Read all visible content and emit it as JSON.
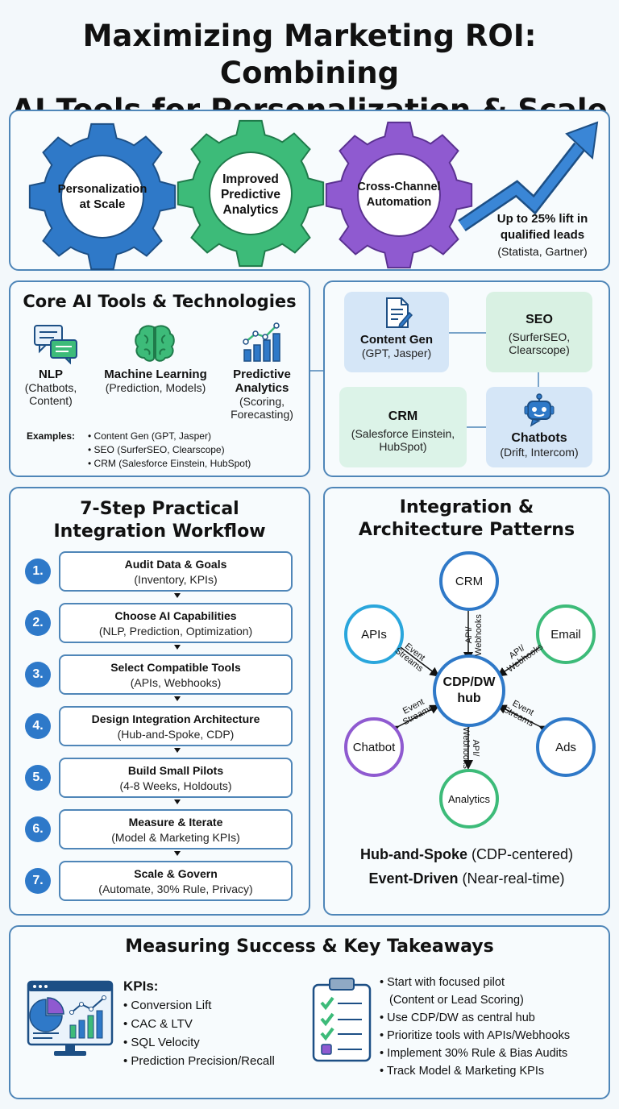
{
  "title": {
    "line1": "Maximizing Marketing ROI: Combining",
    "line2": "AI Tools for Personalization & Scale"
  },
  "hero": {
    "gears": [
      {
        "label": "Personalization at Scale",
        "color": "#2f79c8"
      },
      {
        "label": "Improved Predictive Analytics",
        "color": "#3dbb79"
      },
      {
        "label": "Cross-Channel Automation",
        "color": "#8f5ad0"
      }
    ],
    "lift_text_line1": "Up to 25% lift in",
    "lift_text_line2": "qualified leads",
    "lift_source": "(Statista, Gartner)"
  },
  "core_tools": {
    "heading": "Core AI Tools & Technologies",
    "items": [
      {
        "name": "NLP",
        "sub1": "(Chatbots,",
        "sub2": "Content)",
        "icon": "chat-bubbles-icon"
      },
      {
        "name": "Machine Learning",
        "sub1": "(Prediction, Models)",
        "sub2": "",
        "icon": "brain-icon"
      },
      {
        "name": "Predictive",
        "name2": "Analytics",
        "sub1": "(Scoring,",
        "sub2": "Forecasting)",
        "icon": "bar-chart-icon"
      }
    ],
    "examples_label": "Examples:",
    "examples": [
      "Content Gen (GPT, Jasper)",
      "SEO (SurferSEO, Clearscope)",
      "CRM (Salesforce Einstein, HubSpot)"
    ]
  },
  "tool_map": {
    "content_gen": {
      "name": "Content Gen",
      "sub": "(GPT, Jasper)"
    },
    "seo": {
      "name": "SEO",
      "sub1": "(SurferSEO,",
      "sub2": "Clearscope)"
    },
    "crm": {
      "name": "CRM",
      "sub1": "(Salesforce Einstein,",
      "sub2": "HubSpot)"
    },
    "chatbots": {
      "name": "Chatbots",
      "sub": "(Drift, Intercom)"
    }
  },
  "workflow": {
    "heading1": "7-Step Practical",
    "heading2": "Integration Workflow",
    "steps": [
      {
        "num": "1.",
        "title": "Audit Data & Goals",
        "sub": "(Inventory, KPIs)"
      },
      {
        "num": "2.",
        "title": "Choose AI Capabilities",
        "sub": "(NLP, Prediction, Optimization)"
      },
      {
        "num": "3.",
        "title": "Select Compatible Tools",
        "sub": "(APIs, Webhooks)"
      },
      {
        "num": "4.",
        "title": "Design Integration Architecture",
        "sub": "(Hub-and-Spoke, CDP)"
      },
      {
        "num": "5.",
        "title": "Build Small Pilots",
        "sub": "(4-8 Weeks, Holdouts)"
      },
      {
        "num": "6.",
        "title": "Measure & Iterate",
        "sub": "(Model & Marketing KPIs)"
      },
      {
        "num": "7.",
        "title": "Scale & Govern",
        "sub": "(Automate, 30% Rule, Privacy)"
      }
    ]
  },
  "architecture": {
    "heading1": "Integration &",
    "heading2": "Architecture Patterns",
    "hub": "CDP/DW hub",
    "hub_line1": "CDP/DW",
    "hub_line2": "hub",
    "nodes": {
      "crm": "CRM",
      "apis": "APIs",
      "email": "Email",
      "chatbot": "Chatbot",
      "ads": "Ads",
      "analytics": "Analytics"
    },
    "edges": {
      "crm": "API/ Webhooks",
      "apis": "Event Streams",
      "email": "API/ Webhooks",
      "chatbot": "Event Streams",
      "ads": "Event Streams",
      "analytics": "API/ Webhooks"
    },
    "pattern1_bold": "Hub-and-Spoke",
    "pattern1_rest": "(CDP-centered)",
    "pattern2_bold": "Event-Driven",
    "pattern2_rest": "(Near-real-time)"
  },
  "measuring": {
    "heading": "Measuring Success & Key Takeaways",
    "kpis_label": "KPIs:",
    "kpis": [
      "Conversion Lift",
      "CAC & LTV",
      "SQL Velocity",
      "Prediction Precision/Recall"
    ],
    "takeaways": [
      "Start with focused pilot",
      "(Content or Lead Scoring)",
      "Use CDP/DW as central hub",
      "Prioritize tools with APIs/Webhooks",
      "Implement 30% Rule & Bias Audits",
      "Track Model & Marketing KPIs"
    ]
  }
}
